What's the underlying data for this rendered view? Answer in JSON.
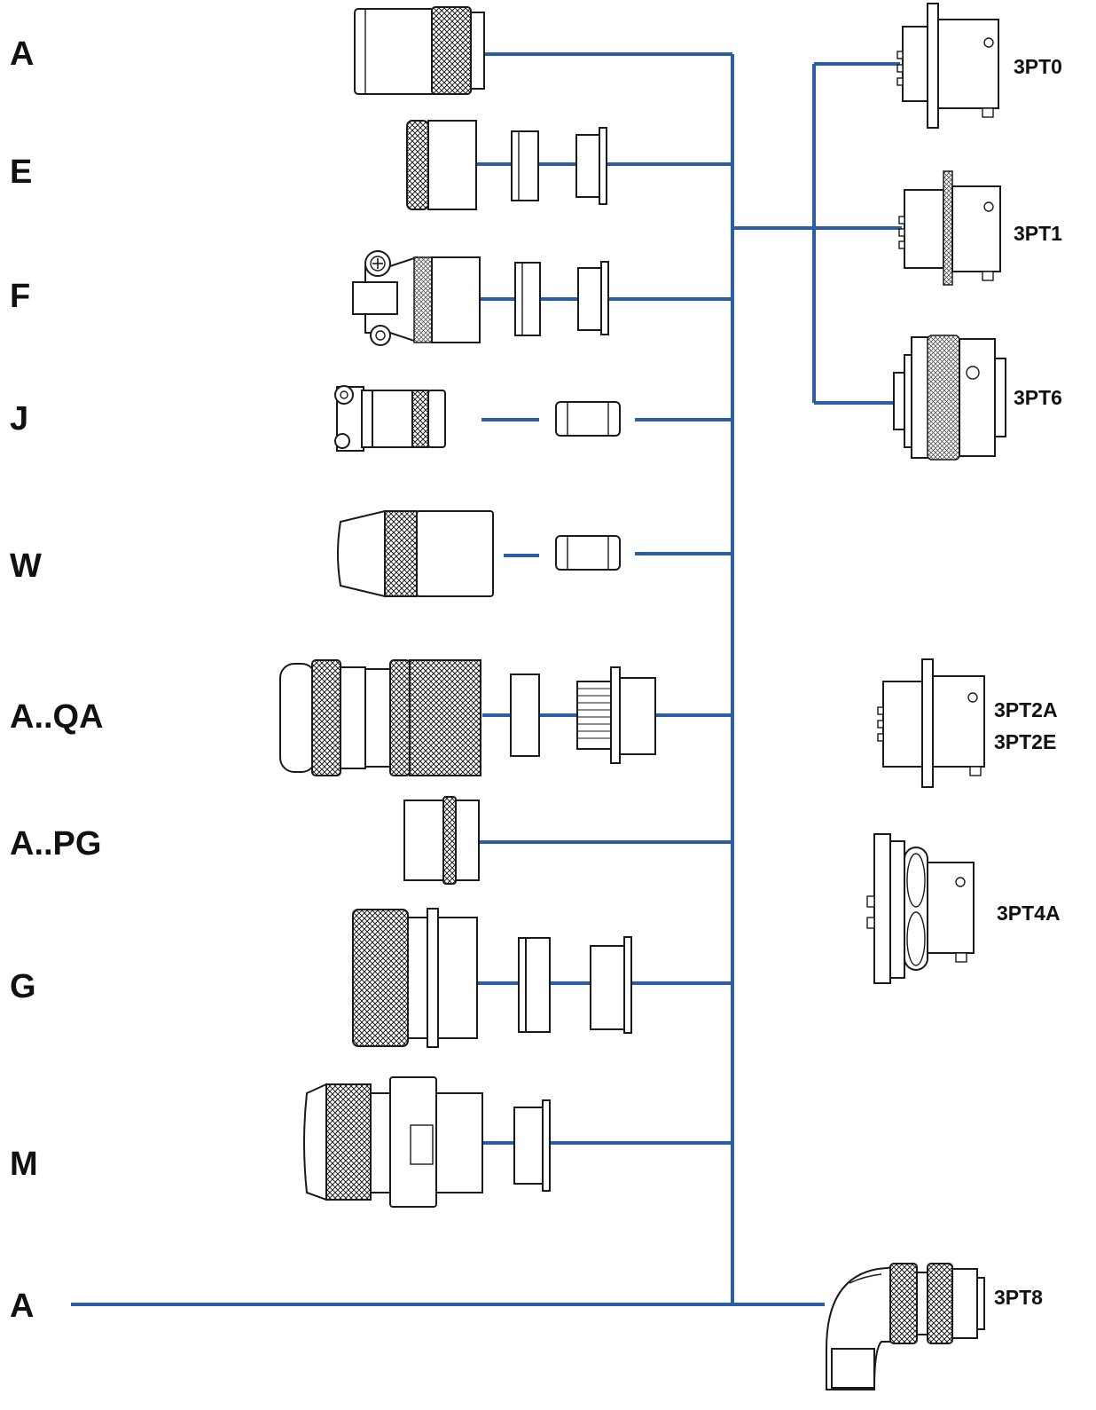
{
  "left_labels": [
    "A",
    "E",
    "F",
    "J",
    "W",
    "A..QA",
    "A..PG",
    "G",
    "M",
    "A"
  ],
  "right_labels": [
    "3PT0",
    "3PT1",
    "3PT6",
    "3PT2A",
    "3PT2E",
    "3PT4A",
    "3PT8"
  ],
  "colors": {
    "wire": "#2a5ea8",
    "outline": "#1a1a1a",
    "background": "#ffffff"
  }
}
